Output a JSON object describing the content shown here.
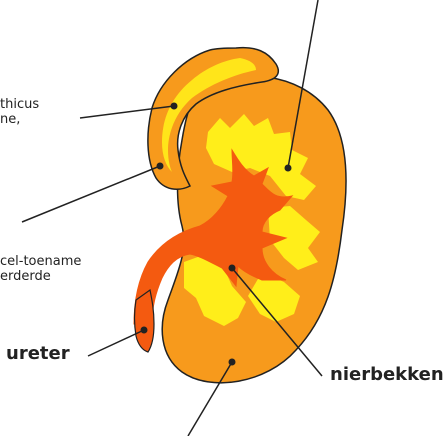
{
  "labels": {
    "sympathicus_line1": "thicus",
    "sympathicus_line2": "ne,",
    "toename_line1": "cel-toename",
    "toename_line2": "erderde",
    "ureter": "ureter",
    "nierbekken": "nierbekken"
  },
  "colors": {
    "outline": "#222222",
    "adrenal_outer": "#f79a1c",
    "adrenal_inner": "#ffe51a",
    "cortex": "#f79a1c",
    "medulla": "#ffee1a",
    "pelvis": "#f45a10",
    "ureter": "#f45a10"
  }
}
